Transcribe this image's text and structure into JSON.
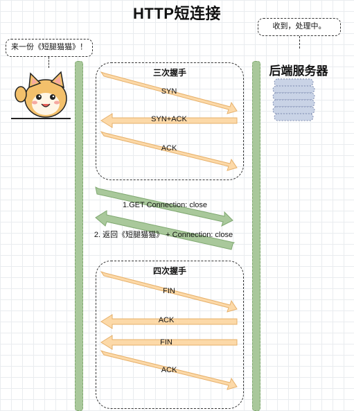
{
  "title": "HTTP短连接",
  "client": {
    "bubble_text": "来一份《短腿猫猫》！",
    "avatar_icon": "shiba-cat-avatar-icon"
  },
  "server": {
    "bubble_text": "收到，处理中。",
    "label": "后端服务器",
    "icon": "server-stack-icon"
  },
  "handshake": {
    "title": "三次握手",
    "messages": [
      {
        "label": "SYN",
        "direction": "client-to-server"
      },
      {
        "label": "SYN+ACK",
        "direction": "server-to-client"
      },
      {
        "label": "ACK",
        "direction": "client-to-server"
      }
    ]
  },
  "request": {
    "label": "1.GET  Connection: close",
    "direction": "client-to-server"
  },
  "response": {
    "label": "2. 返回《短腿猫猫》 +  Connection: close",
    "direction": "server-to-client"
  },
  "teardown": {
    "title": "四次握手",
    "messages": [
      {
        "label": "FIN",
        "direction": "client-to-server"
      },
      {
        "label": "ACK",
        "direction": "server-to-client"
      },
      {
        "label": "FIN",
        "direction": "server-to-client"
      },
      {
        "label": "ACK",
        "direction": "client-to-server"
      }
    ]
  },
  "colors": {
    "handshake_arrow": "#fcd9a8",
    "handshake_arrow_border": "#e6b06a",
    "data_arrow": "#a9c89b",
    "data_arrow_border": "#7fa870",
    "lifeline": "#a9c89b"
  }
}
